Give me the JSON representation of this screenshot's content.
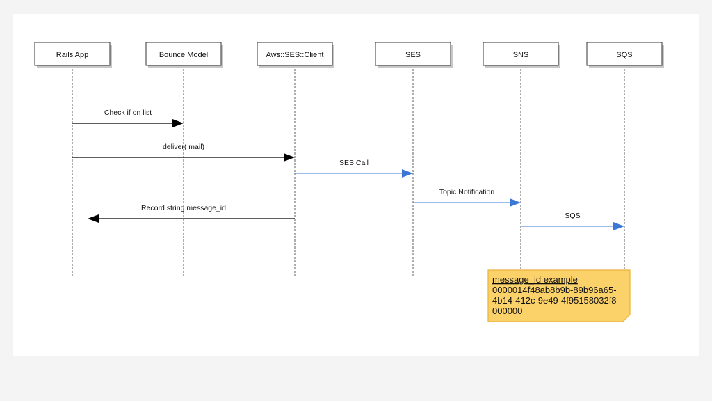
{
  "actors": [
    {
      "id": "rails",
      "label": "Rails App"
    },
    {
      "id": "bounce",
      "label": "Bounce Model"
    },
    {
      "id": "client",
      "label": "Aws::SES::Client"
    },
    {
      "id": "ses",
      "label": "SES"
    },
    {
      "id": "sns",
      "label": "SNS"
    },
    {
      "id": "sqs",
      "label": "SQS"
    }
  ],
  "messages": [
    {
      "from": "rails",
      "to": "bounce",
      "label": "Check if on list",
      "color": "#000000"
    },
    {
      "from": "rails",
      "to": "client",
      "label": "deliver( mail)",
      "color": "#000000"
    },
    {
      "from": "client",
      "to": "ses",
      "label": "SES Call",
      "color": "#3b78d6"
    },
    {
      "from": "ses",
      "to": "sns",
      "label": "Topic Notification",
      "color": "#3b78d6"
    },
    {
      "from": "client",
      "to": "rails",
      "label": "Record string message_id",
      "color": "#000000"
    },
    {
      "from": "sns",
      "to": "sqs",
      "label": "SQS",
      "color": "#3b78d6"
    }
  ],
  "note": {
    "title": "message_id example",
    "lines": [
      "0000014f48ab8b9b-89b96a65-",
      "4b14-412c-9e49-4f95158032f8-",
      "000000"
    ],
    "fill": "#fbd26a",
    "stroke": "#e9b23a"
  }
}
